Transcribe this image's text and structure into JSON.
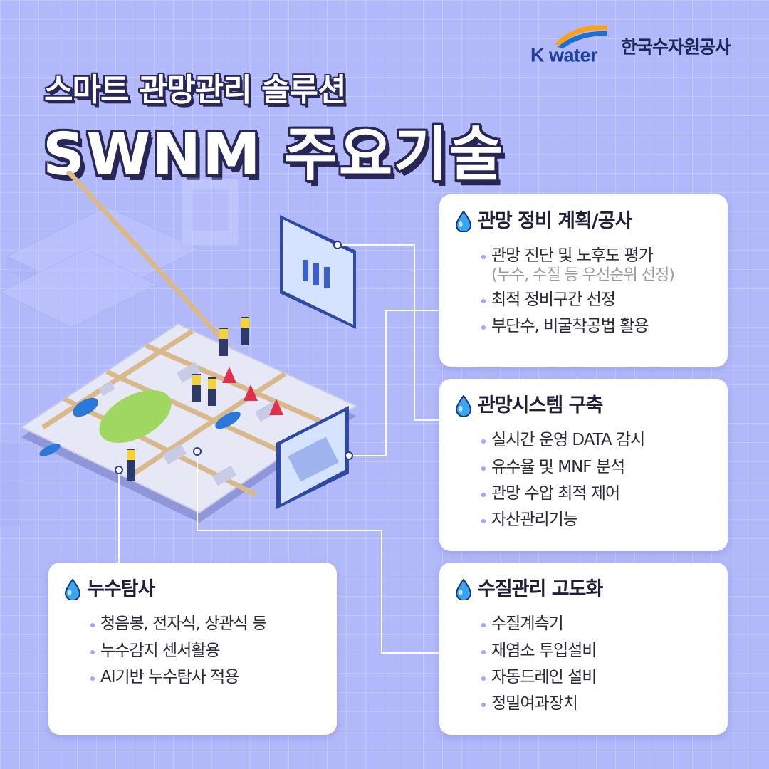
{
  "header": {
    "logo_text": "K water",
    "org_name": "한국수자원공사"
  },
  "titles": {
    "subtitle": "스마트 관망관리 솔루션",
    "main": "SWNM 주요기술"
  },
  "cards": [
    {
      "title": "관망 정비 계획/공사",
      "items": [
        {
          "text": "관망 진단 및 노후도 평가",
          "note": "(누수, 수질 등 우선순위 선정)"
        },
        {
          "text": "최적 정비구간 선정"
        },
        {
          "text": "부단수, 비굴착공법 활용"
        }
      ]
    },
    {
      "title": "관망시스템 구축",
      "items": [
        {
          "text": "실시간 운영 DATA 감시"
        },
        {
          "text": "유수율 및 MNF 분석"
        },
        {
          "text": "관망 수압 최적 제어"
        },
        {
          "text": "자산관리기능"
        }
      ]
    },
    {
      "title": "수질관리 고도화",
      "items": [
        {
          "text": "수질계측기"
        },
        {
          "text": "재염소 투입설비"
        },
        {
          "text": "자동드레인 설비"
        },
        {
          "text": "정밀여과장치"
        }
      ]
    },
    {
      "title": "누수탐사",
      "items": [
        {
          "text": "청음봉, 전자식, 상관식 등"
        },
        {
          "text": "누수감지 센서활용"
        },
        {
          "text": "AI기반 누수탐사 적용"
        }
      ]
    }
  ],
  "colors": {
    "background": "#b1b9fb",
    "accent_drop": "#3aa6f0",
    "bullet": "#9aa8ff",
    "title_outline": "#272654"
  },
  "icons": [
    "water-drop-icon",
    "kwater-logo-arc"
  ]
}
